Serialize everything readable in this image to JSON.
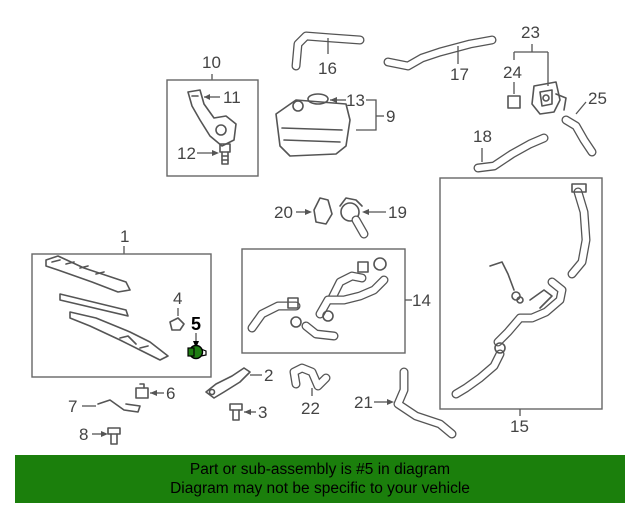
{
  "callouts": {
    "n1": "1",
    "n2": "2",
    "n3": "3",
    "n4": "4",
    "n5": "5",
    "n6": "6",
    "n7": "7",
    "n8": "8",
    "n9": "9",
    "n10": "10",
    "n11": "11",
    "n12": "12",
    "n13": "13",
    "n14": "14",
    "n15": "15",
    "n16": "16",
    "n17": "17",
    "n18": "18",
    "n19": "19",
    "n20": "20",
    "n21": "21",
    "n22": "22",
    "n23": "23",
    "n24": "24",
    "n25": "25"
  },
  "highlighted_part": "5",
  "colors": {
    "banner": "#1b7f0c",
    "highlight_part": "#1e7d12",
    "line": "#555555"
  },
  "banner": {
    "line1": "Part or sub-assembly is #5 in diagram",
    "line2": "Diagram may not be specific to your vehicle"
  }
}
